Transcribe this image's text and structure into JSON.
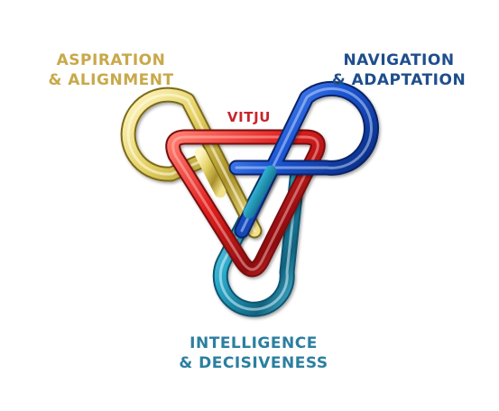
{
  "labels": {
    "aspiration": {
      "line1": "ASPIRATION",
      "line2": "& ALIGNMENT"
    },
    "navigation": {
      "line1": "NAVIGATION",
      "line2": "& ADAPTATION"
    },
    "intelligence": {
      "line1": "INTELLIGENCE",
      "line2": "& DECISIVENESS"
    },
    "center": "VITJU"
  },
  "colors": {
    "gold": "#c8a94a",
    "navy": "#1e4e8c",
    "teal": "#2b7fa0",
    "red": "#c8252c",
    "gold_link": "#d8c558",
    "blue_link": "#1a57c9",
    "teal_link": "#2aa8c8",
    "red_link": "#e02020"
  },
  "icons": {
    "loop_left": "gold-loop-icon",
    "loop_right": "blue-loop-icon",
    "loop_bottom": "teal-loop-icon",
    "triangle": "red-triangle-icon"
  }
}
